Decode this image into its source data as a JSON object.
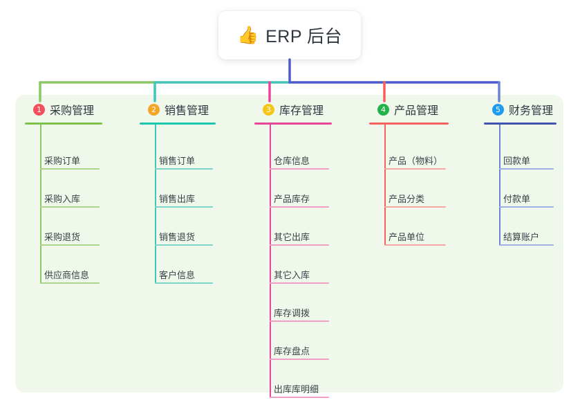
{
  "root": {
    "icon": "thumbs-up-icon",
    "icon_glyph": "👍",
    "title": "ERP 后台"
  },
  "palette": {
    "panel_background": "#eff8ea",
    "page_background": "#ffffff",
    "text": "#2f3640",
    "root_connector": "#4e5bd0"
  },
  "columns": [
    {
      "number": "1",
      "badge_color": "#f2505d",
      "rule_color": "#7dc24b",
      "line_color": "#8cc765",
      "item_rule_color": "#a9d58c",
      "title": "采购管理",
      "items": [
        "采购订单",
        "采购入库",
        "采购退货",
        "供应商信息"
      ]
    },
    {
      "number": "2",
      "badge_color": "#f5a524",
      "rule_color": "#1cc7ae",
      "line_color": "#45c5b8",
      "item_rule_color": "#7ed6cb",
      "title": "销售管理",
      "items": [
        "销售订单",
        "销售出库",
        "销售退货",
        "客户信息"
      ]
    },
    {
      "number": "3",
      "badge_color": "#f5c518",
      "rule_color": "#e8469a",
      "line_color": "#e8469a",
      "item_rule_color": "#f29fc6",
      "title": "库存管理",
      "items": [
        "仓库信息",
        "产品库存",
        "其它出库",
        "其它入库",
        "库存调拨",
        "库存盘点",
        "出库库明细"
      ]
    },
    {
      "number": "4",
      "badge_color": "#22b24c",
      "rule_color": "#f4605e",
      "line_color": "#f4605e",
      "item_rule_color": "#f7a6a1",
      "title": "产品管理",
      "items": [
        "产品（物料）",
        "产品分类",
        "产品单位"
      ]
    },
    {
      "number": "5",
      "badge_color": "#1e9bf0",
      "rule_color": "#4154b0",
      "line_color": "#6d83d6",
      "item_rule_color": "#9fb1e4",
      "title": "财务管理",
      "items": [
        "回款单",
        "付款单",
        "结算账户"
      ]
    }
  ]
}
